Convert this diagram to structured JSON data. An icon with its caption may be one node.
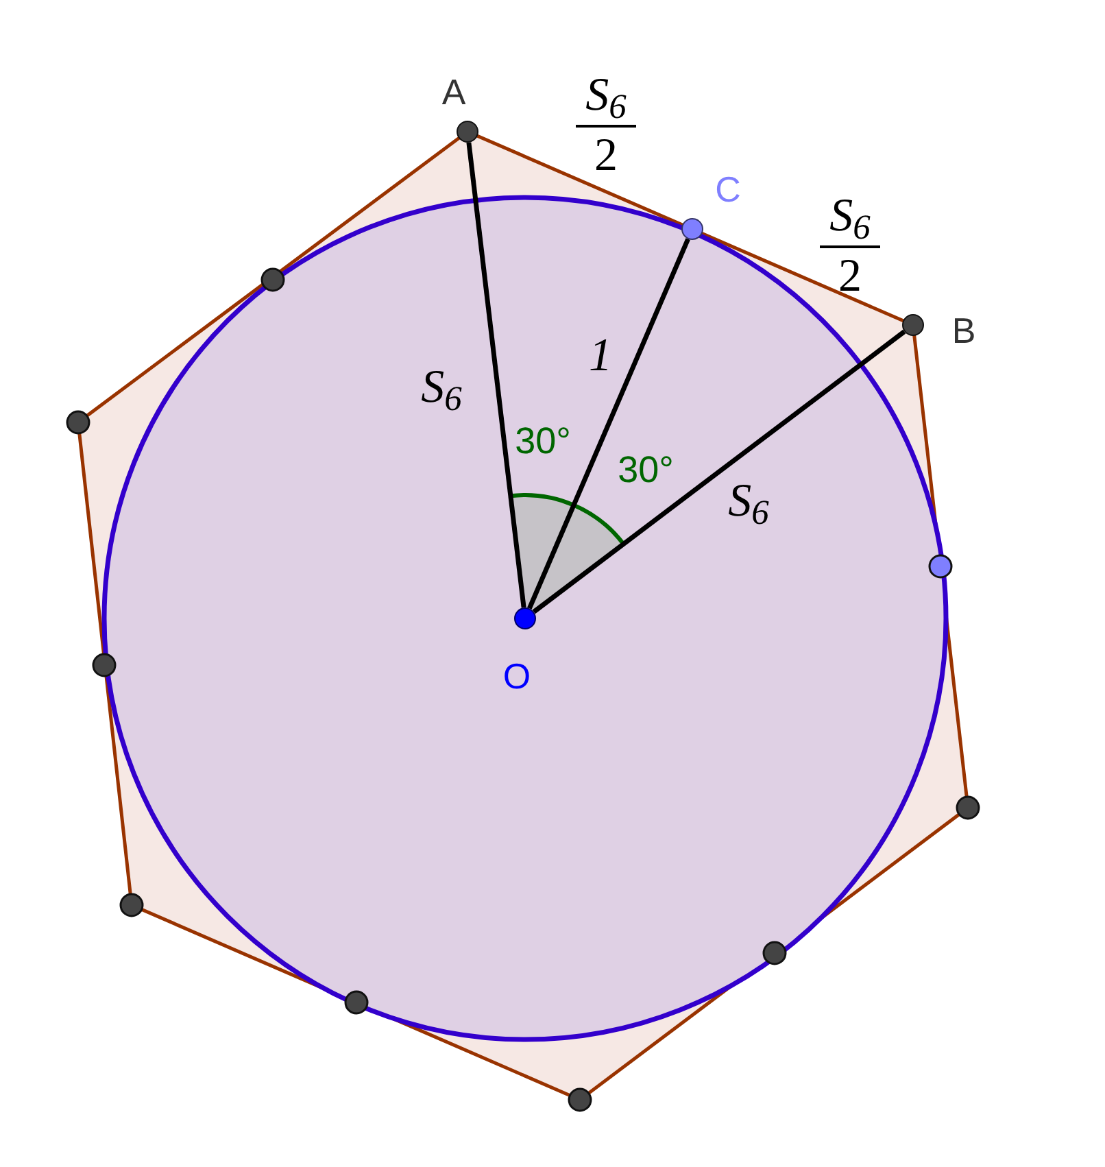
{
  "diagram": {
    "nodes": [
      {
        "text": [
          "A"
        ]
      },
      {
        "text": [
          "C"
        ]
      },
      {
        "text": [
          "B"
        ]
      },
      {
        "text": [
          "O"
        ]
      }
    ],
    "edges": [
      {
        "from": 3,
        "to": 0,
        "arrow": "none",
        "label": "S$_{6}$"
      },
      {
        "from": 3,
        "to": 1,
        "arrow": "none",
        "label": "1"
      },
      {
        "from": 3,
        "to": 2,
        "arrow": "none",
        "label": "S$_{6}$"
      }
    ],
    "labels": [
      "S$_{6}$",
      "2",
      "S$_{6}$",
      "2",
      "30°",
      "30°"
    ]
  }
}
